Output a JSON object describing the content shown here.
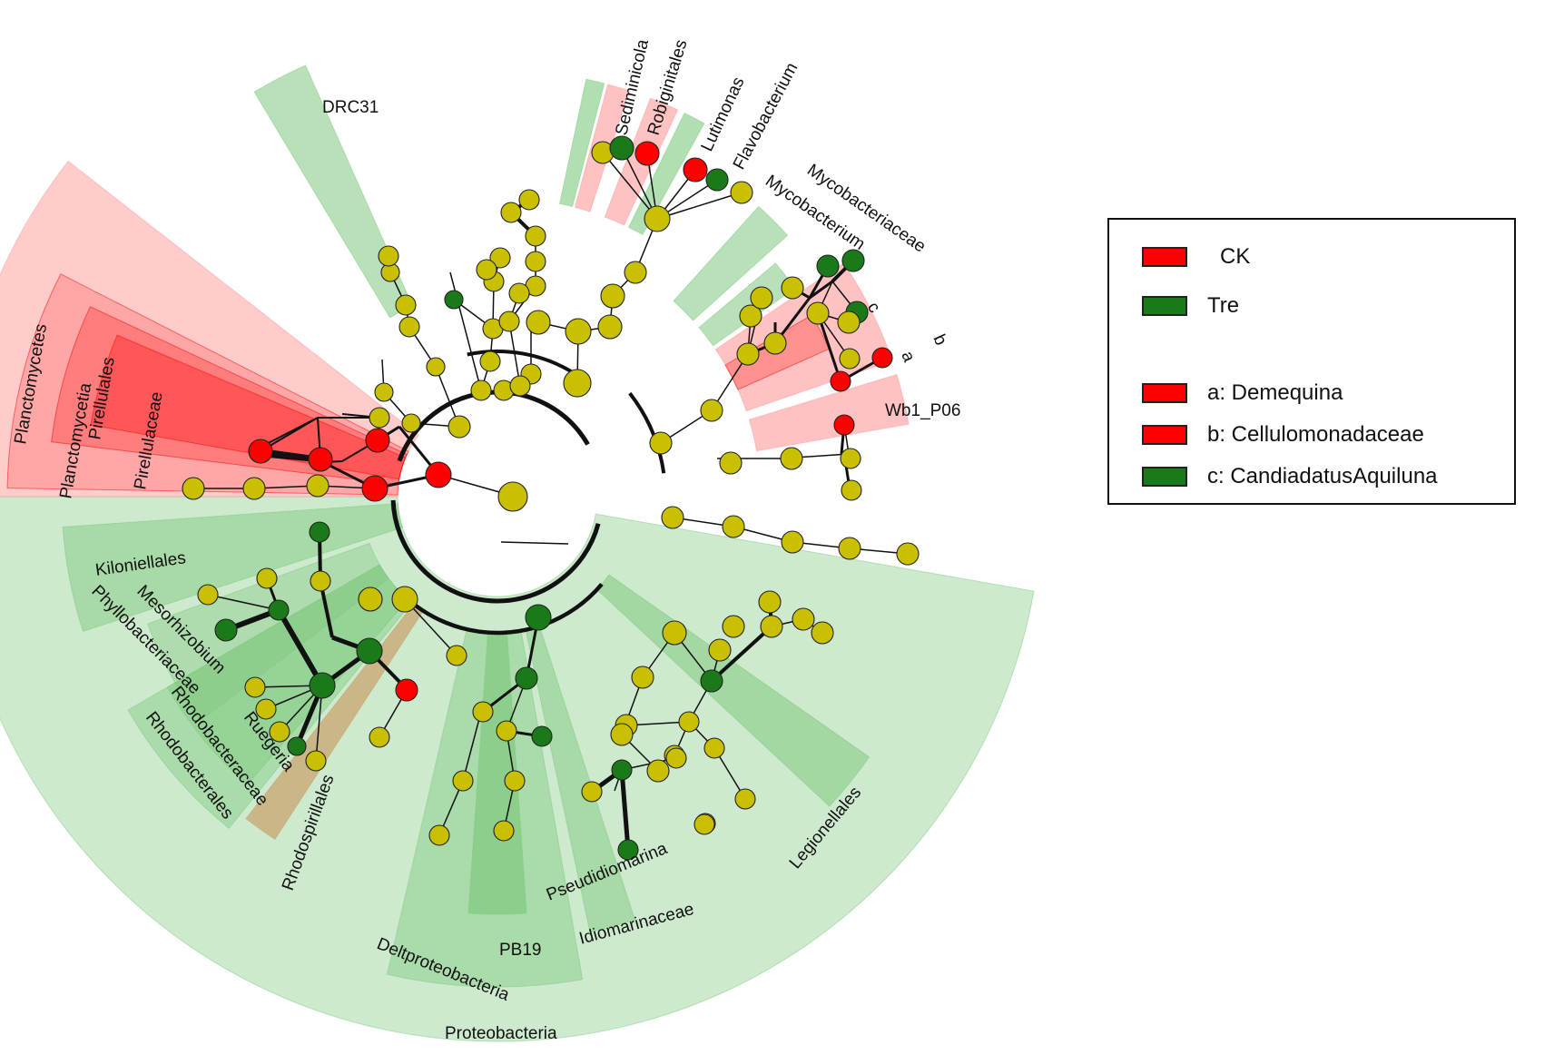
{
  "colors": {
    "ck": "#ff0000",
    "tre": "#1a7a1a",
    "neutral": "#c8c000",
    "ck_shade": "#ff9a9a",
    "tre_shade": "#7fc97f",
    "mixed_shade": "#c8a46e"
  },
  "legend": {
    "groups": [
      {
        "label": "CK",
        "color": "#ff0000"
      },
      {
        "label": "Tre",
        "color": "#1a7a1a"
      }
    ],
    "keys": [
      {
        "label": "a: Demequina",
        "color": "#ff0000"
      },
      {
        "label": "b: Cellulomonadaceae",
        "color": "#ff0000"
      },
      {
        "label": "c: CandiadatusAquiluna",
        "color": "#1a7a1a"
      }
    ]
  },
  "clades": [
    {
      "name": "Planctomycetes",
      "group": "CK"
    },
    {
      "name": "Planctomycetia",
      "group": "CK"
    },
    {
      "name": "Pirellulales",
      "group": "CK"
    },
    {
      "name": "Pirellulaceae",
      "group": "CK"
    },
    {
      "name": "DRC31",
      "group": "Tre"
    },
    {
      "name": "Sediminicola",
      "group": "Tre"
    },
    {
      "name": "Robiginitales",
      "group": "CK"
    },
    {
      "name": "Lutimonas",
      "group": "CK"
    },
    {
      "name": "Flavobacterium",
      "group": "Tre"
    },
    {
      "name": "Mycobacteriaceae",
      "group": "Tre"
    },
    {
      "name": "Mycobacterium",
      "group": "Tre"
    },
    {
      "name": "c",
      "group": "Tre"
    },
    {
      "name": "b",
      "group": "CK"
    },
    {
      "name": "a",
      "group": "CK"
    },
    {
      "name": "Wb1_P06",
      "group": "CK"
    },
    {
      "name": "Kiloniellales",
      "group": "Tre"
    },
    {
      "name": "Mesorhizobium",
      "group": "Tre"
    },
    {
      "name": "Phyllobacteriaceae",
      "group": "Tre"
    },
    {
      "name": "Ruegeria",
      "group": "Tre"
    },
    {
      "name": "Rhodobacteraceae",
      "group": "Tre"
    },
    {
      "name": "Rhodobacterales",
      "group": "Tre"
    },
    {
      "name": "Rhodospirillales",
      "group": "CK"
    },
    {
      "name": "Deltproteobacteria",
      "group": "Tre"
    },
    {
      "name": "PB19",
      "group": "Tre"
    },
    {
      "name": "Pseudidiomarina",
      "group": "Tre"
    },
    {
      "name": "Idiomarinaceae",
      "group": "Tre"
    },
    {
      "name": "Legionellales",
      "group": "Tre"
    },
    {
      "name": "Proteobacteria",
      "group": "Tre"
    }
  ]
}
